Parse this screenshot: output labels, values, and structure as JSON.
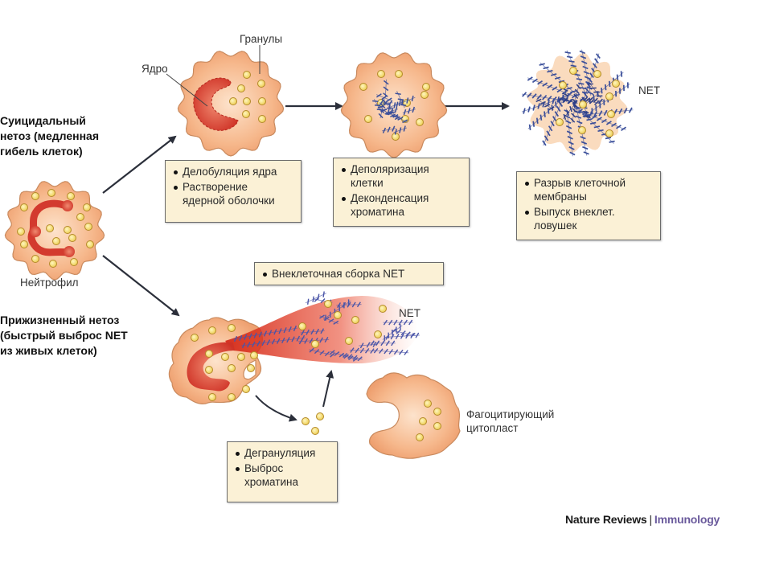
{
  "pathways": {
    "suicidal": {
      "title_lines": [
        "Суицидальный",
        "нетоз (медленная",
        "гибель клеток)"
      ]
    },
    "vital": {
      "title_lines": [
        "Прижизненный нетоз",
        "(быстрый выброс NET",
        "из живых клеток)"
      ]
    }
  },
  "labels": {
    "neutrophil": "Нейтрофил",
    "nucleus": "Ядро",
    "granules": "Гранулы",
    "net_top": "NET",
    "net_bottom": "NET",
    "phagocytic_cytoplast_lines": [
      "Фагоцитирующий",
      "цитопласт"
    ]
  },
  "boxes": {
    "step1": {
      "items": [
        [
          "Делобуляция ядра"
        ],
        [
          "Растворение",
          "ядерной оболочки"
        ]
      ]
    },
    "step2": {
      "items": [
        [
          "Деполяризация",
          "клетки"
        ],
        [
          "Деконденсация",
          "хроматина"
        ]
      ]
    },
    "step3": {
      "items": [
        [
          "Разрыв клеточной",
          "мембраны"
        ],
        [
          "Выпуск внеклет.",
          "ловушек"
        ]
      ]
    },
    "extracellular": {
      "items": [
        [
          "Внеклеточная сборка NET"
        ]
      ]
    },
    "degranulation": {
      "items": [
        [
          "Дегрануляция"
        ],
        [
          "Выброс",
          "хроматина"
        ]
      ]
    }
  },
  "credit": {
    "publisher": "Nature Reviews",
    "separator": "|",
    "journal": "Immunology"
  },
  "colors": {
    "cell_fill": "#f5b183",
    "cell_stroke": "#c98a5e",
    "nucleus": "#d9453a",
    "granule_fill": "#f6dc72",
    "granule_stroke": "#b48a2a",
    "dna": "#3b4f9a",
    "box_fill": "#fbf1d6",
    "arrow": "#2b2f3a",
    "journal": "#6a5a9c"
  }
}
